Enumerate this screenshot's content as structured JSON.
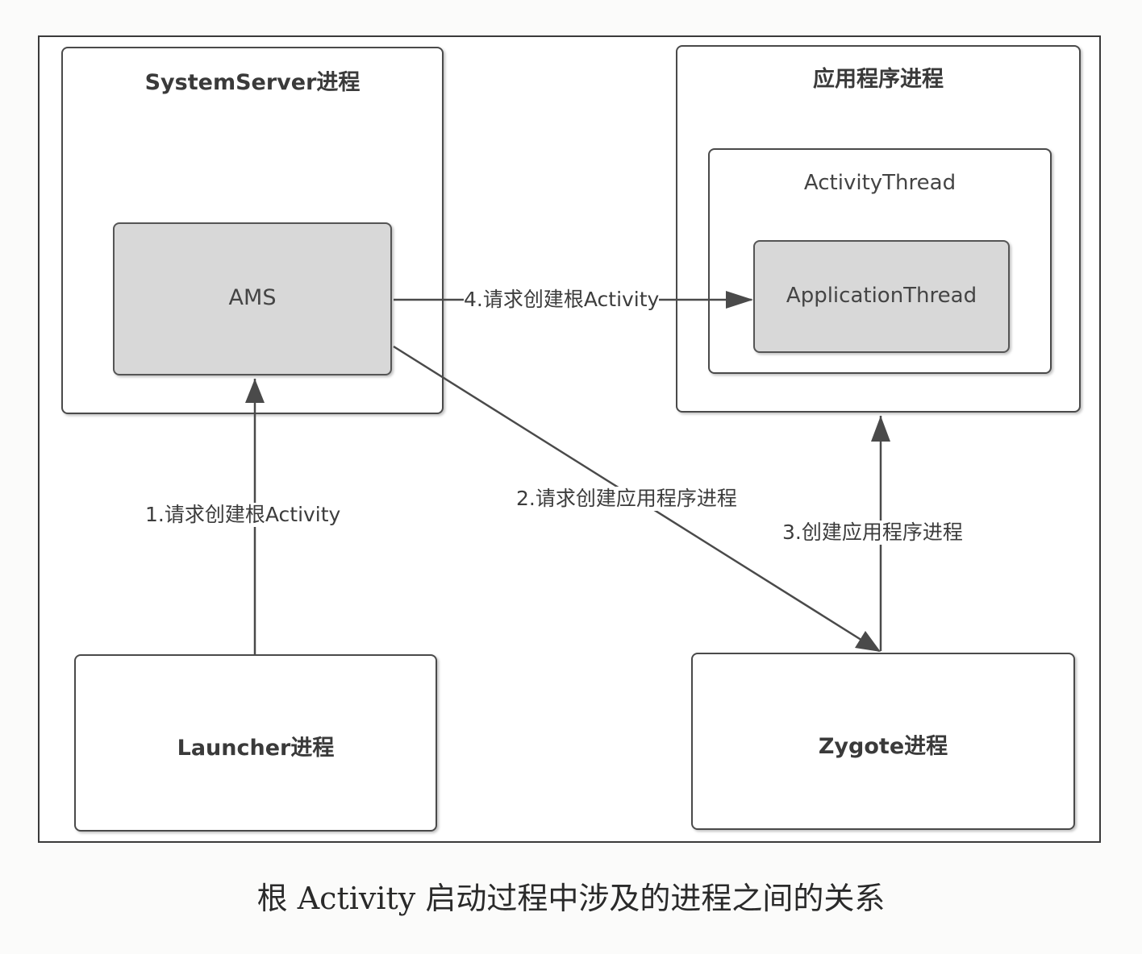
{
  "nodes": {
    "system_server": {
      "title": "SystemServer进程"
    },
    "ams": {
      "label": "AMS"
    },
    "app_process": {
      "title": "应用程序进程"
    },
    "activity_thread": {
      "label": "ActivityThread"
    },
    "application_thread": {
      "label": "ApplicationThread"
    },
    "launcher": {
      "title": "Launcher进程"
    },
    "zygote": {
      "title": "Zygote进程"
    }
  },
  "edges": [
    {
      "id": "e1",
      "label": "1.请求创建根Activity",
      "from": "launcher",
      "to": "ams"
    },
    {
      "id": "e2",
      "label": "2.请求创建应用程序进程",
      "from": "ams",
      "to": "zygote"
    },
    {
      "id": "e3",
      "label": "3.创建应用程序进程",
      "from": "zygote",
      "to": "app_process"
    },
    {
      "id": "e4",
      "label": "4.请求创建根Activity",
      "from": "ams",
      "to": "application_thread"
    }
  ],
  "caption": "根 Activity 启动过程中涉及的进程之间的关系",
  "colors": {
    "line": "#4a4a4a",
    "shaded_fill": "#d8d8d8"
  }
}
